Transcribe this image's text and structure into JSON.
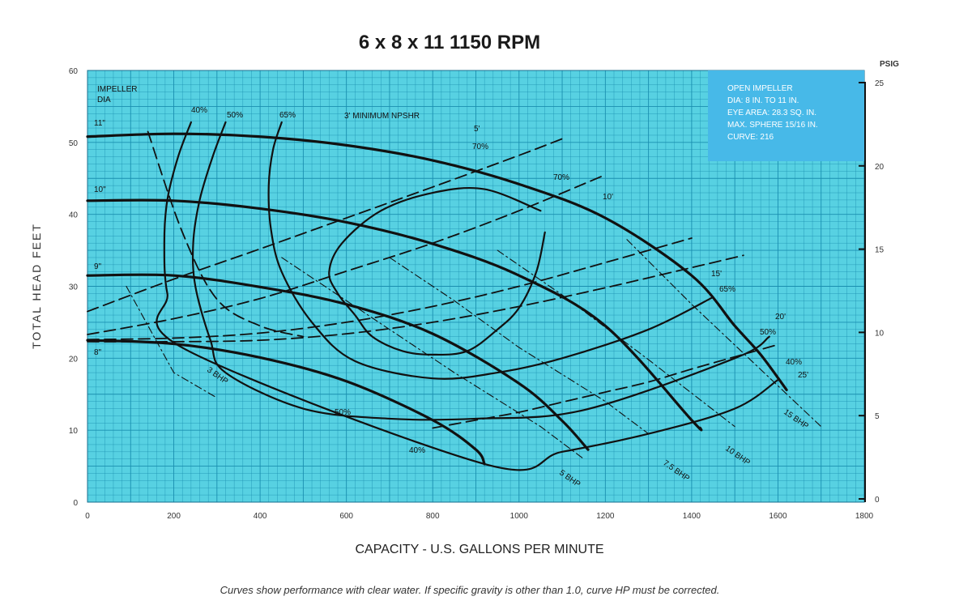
{
  "chart_data": {
    "type": "line",
    "title": "6 x 8 x 11   1150 RPM",
    "xlabel": "CAPACITY - U.S. GALLONS PER MINUTE",
    "ylabel": "TOTAL HEAD FEET",
    "y2label": "PSIG",
    "footnote": "Curves show performance with clear water. If specific gravity is other than 1.0, curve HP must be corrected.",
    "xlim": [
      0,
      1800
    ],
    "ylim": [
      0,
      60
    ],
    "y2lim": [
      0,
      25
    ],
    "x_ticks": [
      "0",
      "200",
      "400",
      "600",
      "800",
      "1000",
      "1200",
      "1400",
      "1600",
      "1800"
    ],
    "y_ticks": [
      "0",
      "10",
      "20",
      "30",
      "40",
      "50",
      "60"
    ],
    "y2_ticks": [
      "0",
      "5",
      "10",
      "15",
      "20",
      "25"
    ],
    "grid": true,
    "info_box": [
      "OPEN IMPELLER",
      "DIA: 8 IN. TO 11 IN.",
      "EYE AREA: 28.3 SQ. IN.",
      "MAX. SPHERE 15/16 IN.",
      "CURVE: 216"
    ],
    "impeller_header": [
      "IMPELLER",
      "DIA"
    ],
    "series": [
      {
        "name": "11\"",
        "style": "head",
        "x": [
          0,
          200,
          400,
          600,
          800,
          1000,
          1200,
          1400,
          1500,
          1560,
          1620
        ],
        "y": [
          50.8,
          51.2,
          50.8,
          49.6,
          47.5,
          44.2,
          39.5,
          31.5,
          24.5,
          20.5,
          15.6
        ]
      },
      {
        "name": "10\"",
        "style": "head",
        "x": [
          0,
          200,
          400,
          600,
          800,
          1000,
          1200,
          1400,
          1420
        ],
        "y": [
          41.9,
          41.9,
          40.8,
          38.9,
          35.9,
          31.5,
          24.5,
          11.4,
          10.3
        ]
      },
      {
        "name": "9\"",
        "style": "head",
        "x": [
          0,
          200,
          400,
          600,
          800,
          1000,
          1100,
          1160
        ],
        "y": [
          31.5,
          31.5,
          29.9,
          27.5,
          23.4,
          16.5,
          11.3,
          7.3
        ]
      },
      {
        "name": "8\"",
        "style": "head",
        "x": [
          0,
          200,
          400,
          600,
          800,
          900,
          920
        ],
        "y": [
          22.5,
          22.0,
          20.1,
          16.8,
          11.4,
          7.3,
          5.3
        ]
      },
      {
        "name": "40%",
        "style": "eff",
        "x": [
          240,
          210,
          185,
          178,
          185,
          225,
          920,
          1100,
          1300,
          1500,
          1600
        ],
        "y": [
          52.8,
          48,
          42,
          36,
          29,
          21.3,
          5.3,
          7,
          9.5,
          13,
          17
        ]
      },
      {
        "name": "50%",
        "style": "eff",
        "x": [
          320,
          290,
          260,
          245,
          250,
          285,
          320,
          500,
          700,
          900,
          1150,
          1500,
          1580
        ],
        "y": [
          52.8,
          48,
          42,
          36,
          30,
          22.5,
          18,
          13,
          11.6,
          11.6,
          12.8,
          20,
          23
        ]
      },
      {
        "name": "65%",
        "style": "eff",
        "x": [
          450,
          430,
          420,
          425,
          450,
          520,
          620,
          800,
          950,
          1100,
          1300,
          1450
        ],
        "y": [
          52.8,
          49,
          44,
          38,
          32,
          25,
          19.6,
          17.2,
          18,
          20,
          24,
          28.5
        ]
      },
      {
        "name": "70%",
        "style": "eff",
        "x": [
          1060,
          1040,
          1000,
          950,
          880,
          800,
          730,
          660,
          620,
          580,
          560,
          590,
          680,
          800,
          920,
          1050
        ],
        "y": [
          37.5,
          32,
          27,
          24,
          21,
          20.5,
          21,
          23,
          26,
          29,
          32,
          36,
          40.5,
          43,
          43.5,
          40.5
        ]
      },
      {
        "name": "3 BHP",
        "style": "bhp",
        "x": [
          90,
          200,
          300
        ],
        "y": [
          30,
          18,
          14.5
        ]
      },
      {
        "name": "5 BHP",
        "style": "bhp",
        "x": [
          450,
          650,
          850,
          1050,
          1150
        ],
        "y": [
          34,
          26,
          18,
          10.5,
          6
        ]
      },
      {
        "name": "7.5 BHP",
        "style": "bhp",
        "x": [
          700,
          850,
          1000,
          1200,
          1300
        ],
        "y": [
          34,
          28,
          21.5,
          14,
          9.5
        ]
      },
      {
        "name": "10 BHP",
        "style": "bhp",
        "x": [
          950,
          1100,
          1300,
          1500
        ],
        "y": [
          35,
          28.8,
          19.8,
          10.5
        ]
      },
      {
        "name": "15 BHP",
        "style": "bhp",
        "x": [
          1250,
          1400,
          1550,
          1700
        ],
        "y": [
          36.5,
          27.5,
          19,
          10.5
        ]
      },
      {
        "name": "3' MINIMUM NPSHR",
        "style": "npsh",
        "x": [
          140,
          220,
          300,
          400,
          500
        ],
        "y": [
          51.5,
          37.5,
          28.2,
          24.5,
          23
        ]
      },
      {
        "name": "5'",
        "style": "npsh",
        "x": [
          0,
          200,
          400,
          600,
          800,
          1000,
          1100
        ],
        "y": [
          26.5,
          31,
          35.2,
          39.5,
          43.8,
          48.2,
          50.5
        ]
      },
      {
        "name": "10'",
        "style": "npsh",
        "x": [
          0,
          200,
          400,
          600,
          800,
          1000,
          1200
        ],
        "y": [
          23.3,
          25.5,
          28.3,
          32.1,
          36,
          40.5,
          45.5
        ]
      },
      {
        "name": "15'",
        "style": "npsh",
        "x": [
          0,
          200,
          400,
          600,
          800,
          1000,
          1200,
          1400
        ],
        "y": [
          22.6,
          22.8,
          23.5,
          25,
          27.2,
          30,
          33.3,
          36.7
        ]
      },
      {
        "name": "20'",
        "style": "npsh",
        "x": [
          0,
          200,
          400,
          600,
          800,
          1000,
          1200,
          1400,
          1520
        ],
        "y": [
          22.3,
          22.3,
          22.5,
          23.4,
          25,
          27.2,
          29.8,
          32.6,
          34.3
        ]
      },
      {
        "name": "25'",
        "style": "npsh",
        "x": [
          800,
          900,
          1000,
          1100,
          1200,
          1300,
          1400,
          1500,
          1600
        ],
        "y": [
          10.3,
          11.4,
          12.5,
          13.9,
          15.3,
          16.7,
          18.5,
          20.2,
          21.9
        ]
      }
    ]
  },
  "annotations": {
    "imp_11": "11\"",
    "imp_10": "10\"",
    "imp_9": "9\"",
    "imp_8": "8\"",
    "eff_40_top": "40%",
    "eff_50_top": "50%",
    "eff_65_top": "65%",
    "npsh3": "3' MINIMUM NPSHR",
    "eff_70_a": "70%",
    "eff_70_b": "70%",
    "npsh_5": "5'",
    "npsh_10": "10'",
    "npsh_15": "15'",
    "npsh_20": "20'",
    "npsh_25": "25'",
    "eff_65_r": "65%",
    "eff_50_r": "50%",
    "eff_40_r": "40%",
    "eff_50_bl": "50%",
    "eff_40_bl": "40%",
    "bhp_3": "3 BHP",
    "bhp_5": "5 BHP",
    "bhp_75": "7.5 BHP",
    "bhp_10": "10 BHP",
    "bhp_15": "15 BHP"
  },
  "colors": {
    "plot_bg": "#57d1e2",
    "grid": "#1a8fb0",
    "info_box": "#47b9e8",
    "curve": "#111111"
  }
}
